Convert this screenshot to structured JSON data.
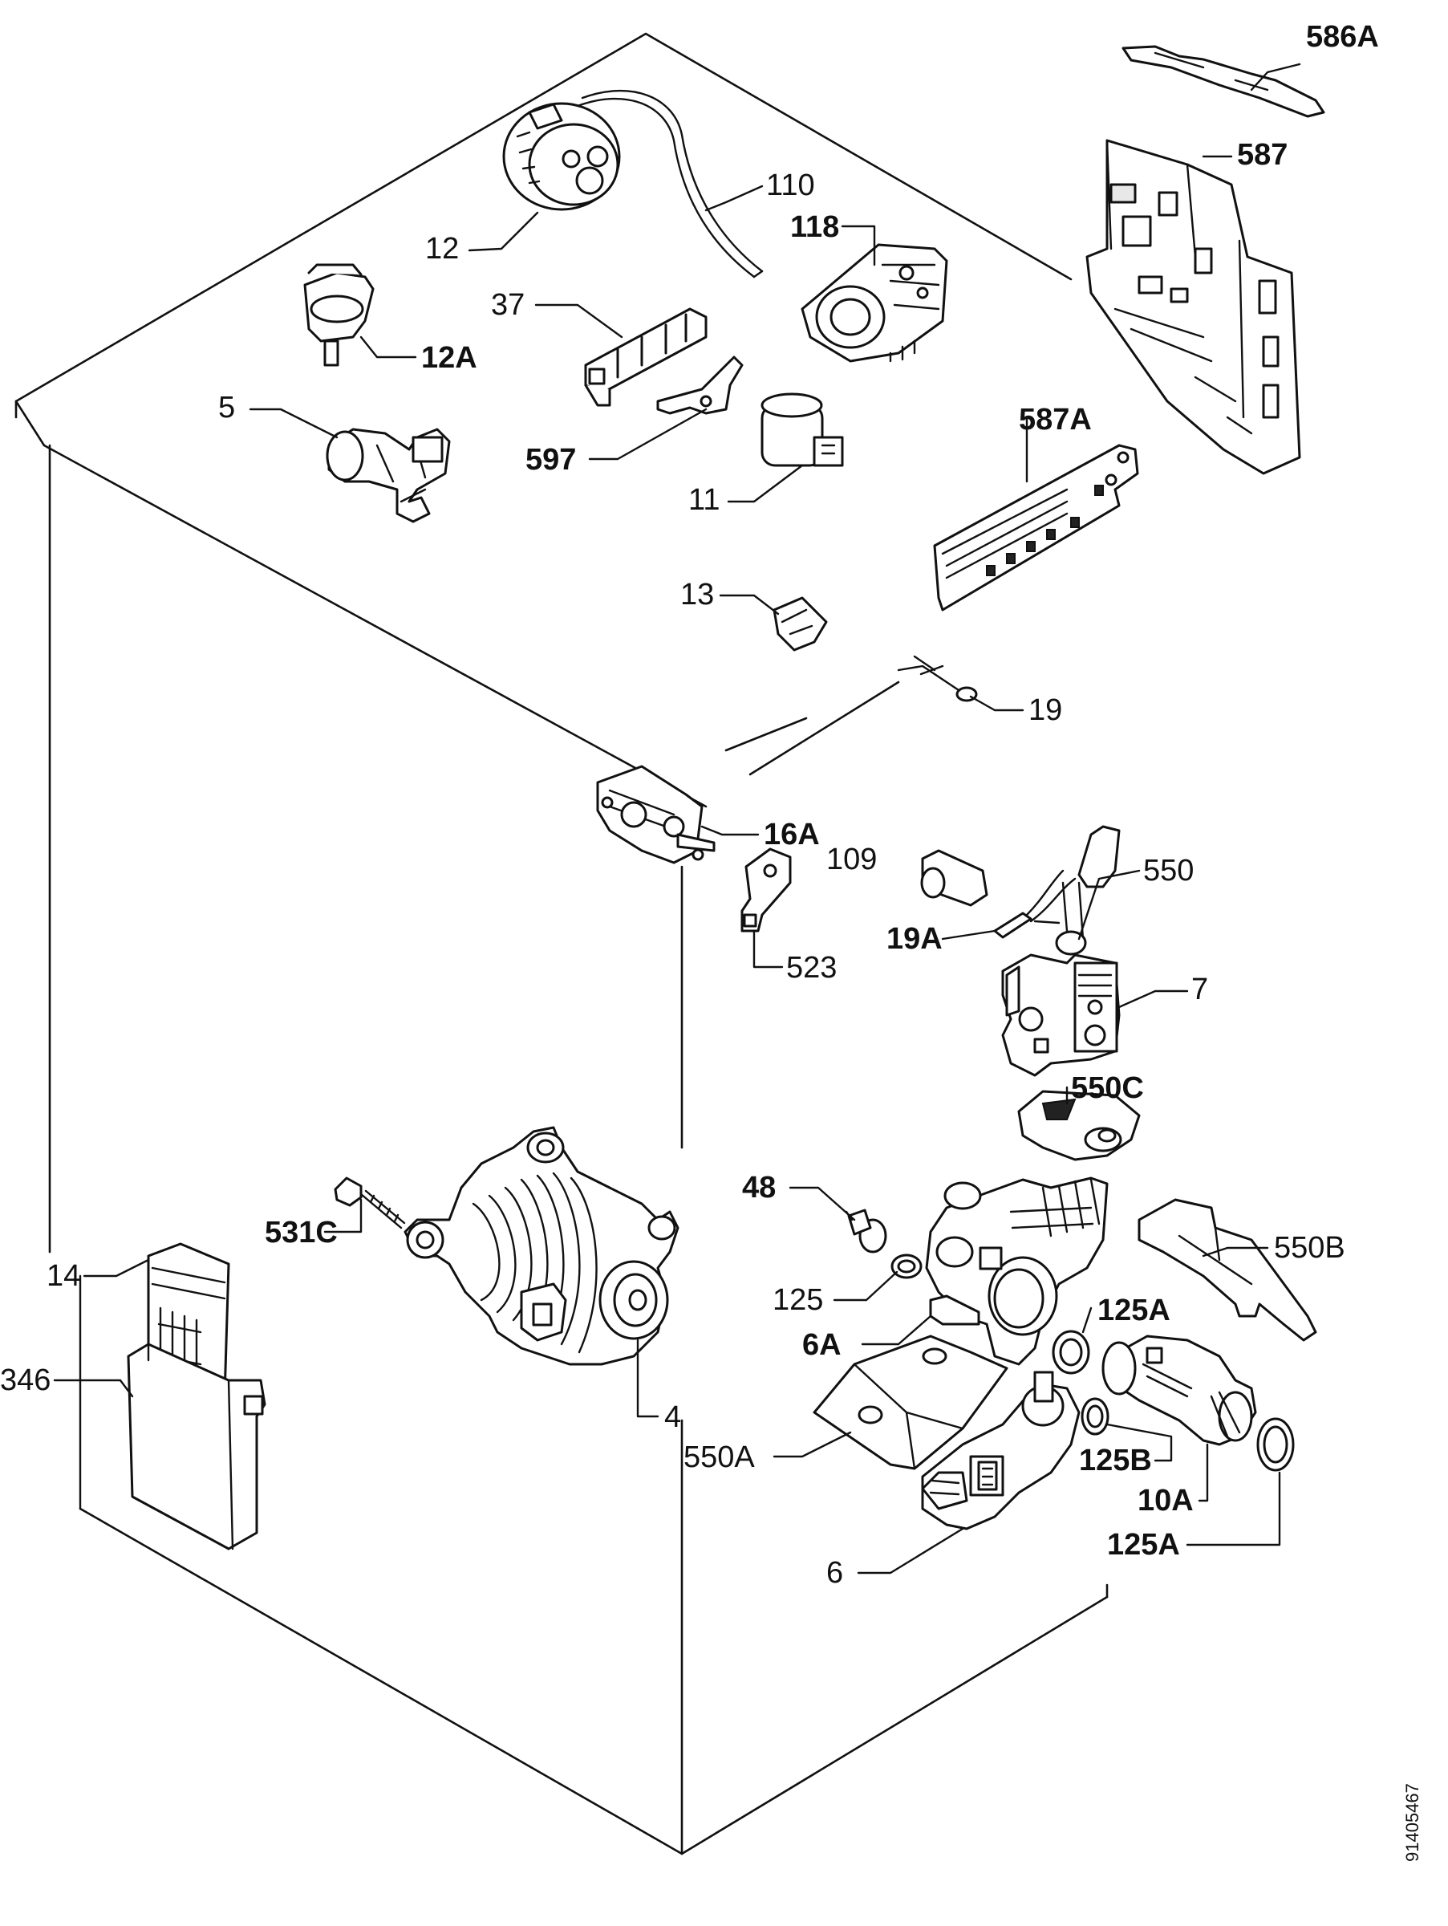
{
  "document_number": "91405467",
  "labels": [
    {
      "id": "586A",
      "text": "586A",
      "bold": true
    },
    {
      "id": "587",
      "text": "587",
      "bold": true
    },
    {
      "id": "110",
      "text": "110",
      "bold": false
    },
    {
      "id": "12",
      "text": "12",
      "bold": false
    },
    {
      "id": "118",
      "text": "118",
      "bold": true
    },
    {
      "id": "37",
      "text": "37",
      "bold": false
    },
    {
      "id": "12A",
      "text": "12A",
      "bold": true
    },
    {
      "id": "5",
      "text": "5",
      "bold": false
    },
    {
      "id": "597",
      "text": "597",
      "bold": true
    },
    {
      "id": "587A",
      "text": "587A",
      "bold": true
    },
    {
      "id": "11",
      "text": "11",
      "bold": false
    },
    {
      "id": "13",
      "text": "13",
      "bold": false
    },
    {
      "id": "19",
      "text": "19",
      "bold": false
    },
    {
      "id": "16A",
      "text": "16A",
      "bold": true
    },
    {
      "id": "109",
      "text": "109",
      "bold": false
    },
    {
      "id": "550",
      "text": "550",
      "bold": false
    },
    {
      "id": "19A",
      "text": "19A",
      "bold": true
    },
    {
      "id": "523",
      "text": "523",
      "bold": false
    },
    {
      "id": "7",
      "text": "7",
      "bold": false
    },
    {
      "id": "550C",
      "text": "550C",
      "bold": true
    },
    {
      "id": "48",
      "text": "48",
      "bold": true
    },
    {
      "id": "531C",
      "text": "531C",
      "bold": true
    },
    {
      "id": "550B",
      "text": "550B",
      "bold": false
    },
    {
      "id": "14",
      "text": "14",
      "bold": false
    },
    {
      "id": "125",
      "text": "125",
      "bold": false
    },
    {
      "id": "125A_upper",
      "text": "125A",
      "bold": true
    },
    {
      "id": "6A",
      "text": "6A",
      "bold": true
    },
    {
      "id": "346",
      "text": "346",
      "bold": false
    },
    {
      "id": "4",
      "text": "4",
      "bold": false
    },
    {
      "id": "550A",
      "text": "550A",
      "bold": false
    },
    {
      "id": "125B",
      "text": "125B",
      "bold": true
    },
    {
      "id": "10A",
      "text": "10A",
      "bold": true
    },
    {
      "id": "125A_lower",
      "text": "125A",
      "bold": true
    },
    {
      "id": "6",
      "text": "6",
      "bold": false
    }
  ]
}
